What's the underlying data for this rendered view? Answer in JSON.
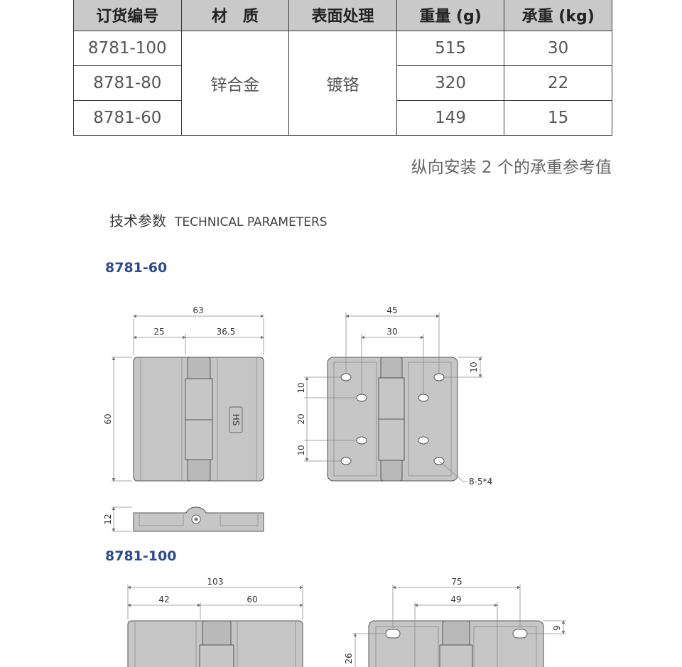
{
  "table": {
    "headers": [
      "订货编号",
      "材　质",
      "表面处理",
      "重量 (g)",
      "承重 (kg)"
    ],
    "material": "锌合金",
    "finish": "镀铬",
    "rows": [
      {
        "code": "8781-100",
        "weight": "515",
        "load": "30"
      },
      {
        "code": "8781-80",
        "weight": "320",
        "load": "22"
      },
      {
        "code": "8781-60",
        "weight": "149",
        "load": "15"
      }
    ]
  },
  "note": "纵向安装 2 个的承重参考值",
  "section": {
    "title_cn": "技术参数",
    "title_en": "TECHNICAL PARAMETERS"
  },
  "models": {
    "m60": {
      "name": "8781-60",
      "dims": {
        "total_width": "63",
        "left": "25",
        "right": "36.5",
        "height": "60",
        "thickness": "12",
        "hole_span": "45",
        "hole_inner": "30",
        "top_offset": "10",
        "v1": "10",
        "v2": "20",
        "v3": "10",
        "holes_note": "8-5*4",
        "logo": "HS"
      }
    },
    "m100": {
      "name": "8781-100",
      "dims": {
        "total_width": "103",
        "left": "42",
        "right": "60",
        "hole_span": "75",
        "hole_inner": "49",
        "top_offset": "9",
        "v1": "26"
      }
    }
  }
}
